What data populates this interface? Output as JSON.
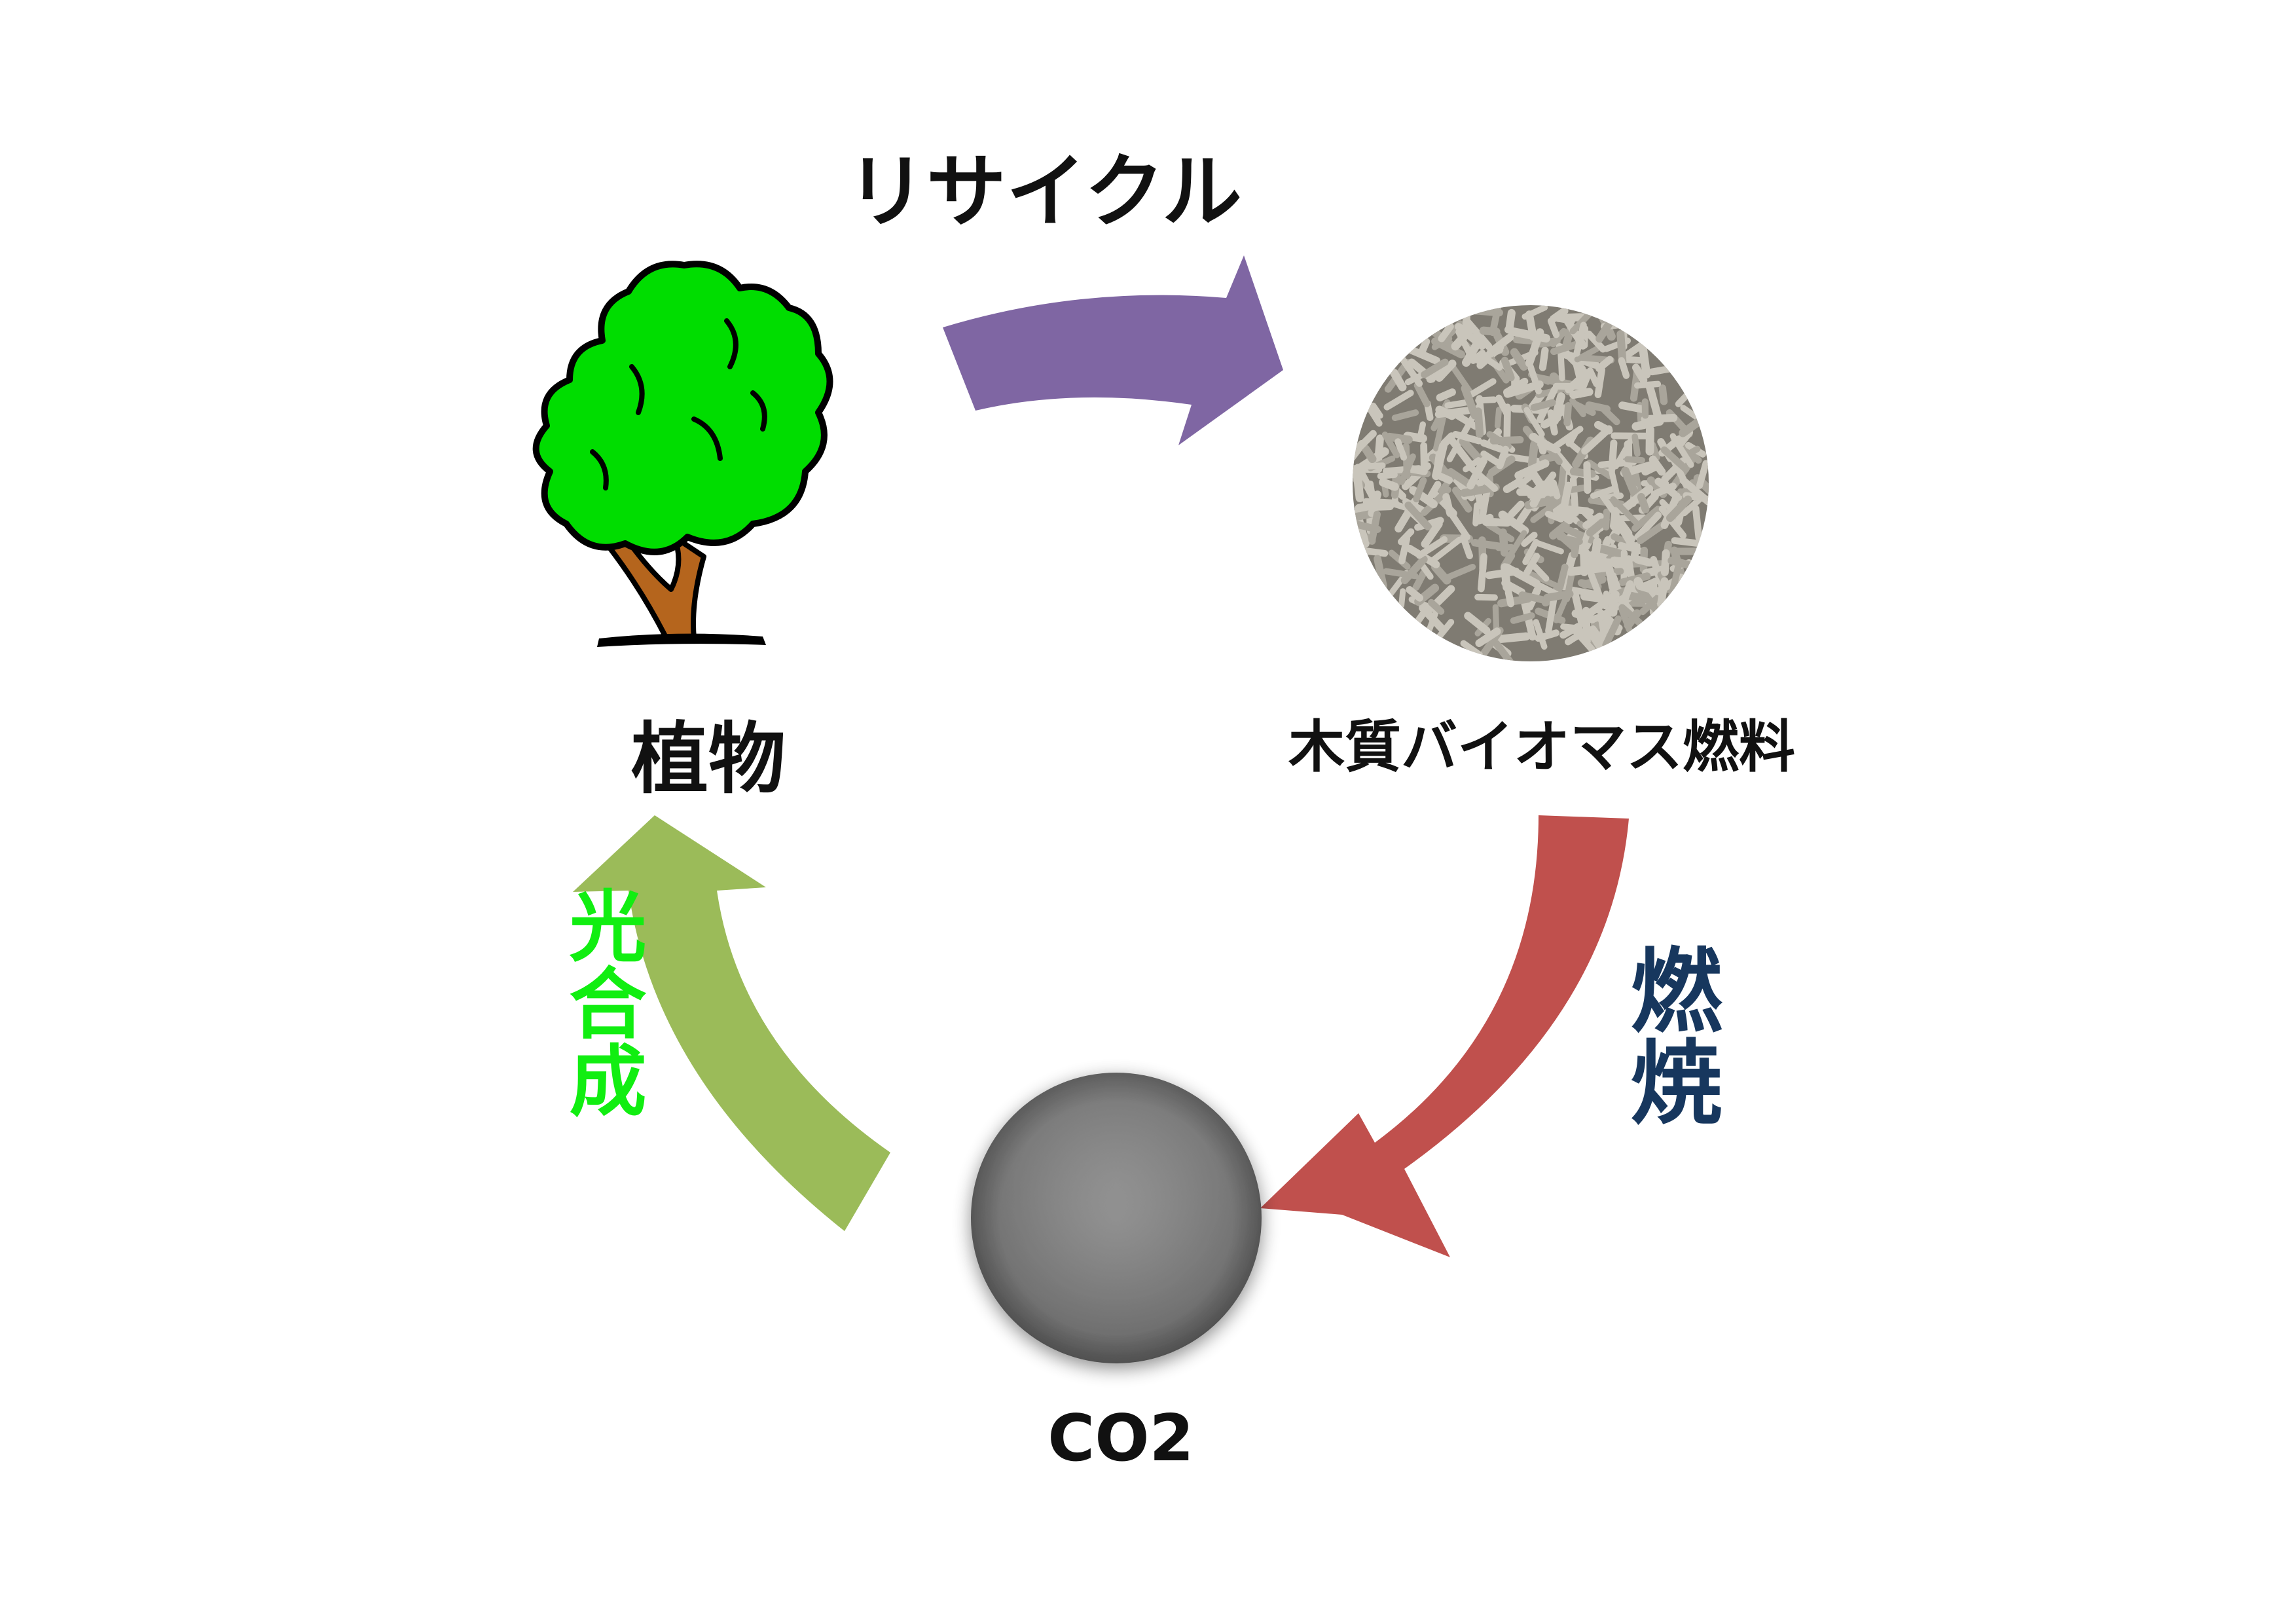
{
  "labels": {
    "recycle": "リサイクル",
    "plant": "植物",
    "fuel": "木質バイオマス燃料",
    "combustion": "燃焼",
    "photosynthesis": "光合成",
    "co2": "CO2"
  },
  "colors": {
    "background": "#ffffff",
    "recycle_arrow": "#7f66a3",
    "combustion_arrow": "#c0504d",
    "photosynthesis_arrow": "#9bbb59",
    "recycle_text": "#111111",
    "plant_text": "#111111",
    "fuel_text": "#111111",
    "combustion_text": "#17375e",
    "photosynthesis_text": "#11ee11",
    "co2_text": "#111111",
    "foliage": "#00dd00",
    "trunk": "#b5651d",
    "pellet_bg": "#7f7b72",
    "pellet": "#c9c5bb",
    "co2_ball": "#808080"
  },
  "icons": {
    "plant": "tree-icon",
    "fuel": "wood-pellets-icon",
    "co2": "co2-sphere-icon"
  }
}
